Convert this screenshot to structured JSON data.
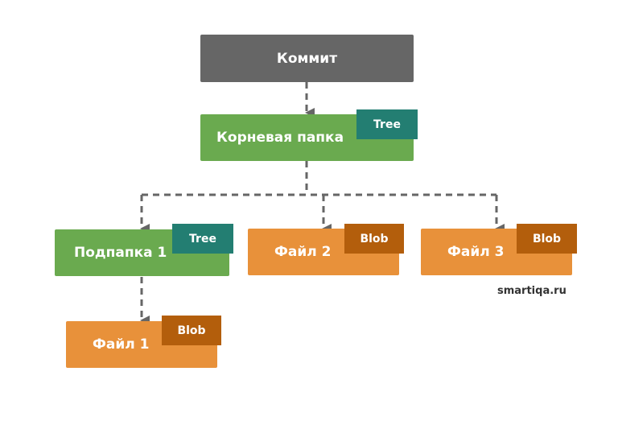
{
  "nodes": {
    "commit": {
      "label": "Коммит"
    },
    "root": {
      "label": "Корневая папка",
      "badge": "Tree"
    },
    "subfolder1": {
      "label": "Подпапка 1",
      "badge": "Tree"
    },
    "file2": {
      "label": "Файл 2",
      "badge": "Blob"
    },
    "file3": {
      "label": "Файл 3",
      "badge": "Blob"
    },
    "file1": {
      "label": "Файл 1",
      "badge": "Blob"
    }
  },
  "watermark": "smartiqa.ru",
  "colors": {
    "commit": "#666666",
    "tree_node": "#6aaa4f",
    "blob_node": "#e8913a",
    "tree_badge": "#237e72",
    "blob_badge": "#b35e0c",
    "connector": "#666666"
  }
}
